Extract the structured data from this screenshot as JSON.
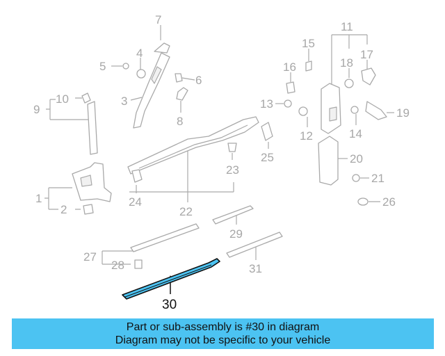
{
  "diagram": {
    "highlight_color": "#4cc3f2",
    "callouts": [
      "1",
      "2",
      "3",
      "4",
      "5",
      "6",
      "7",
      "8",
      "9",
      "10",
      "11",
      "12",
      "13",
      "14",
      "15",
      "16",
      "17",
      "18",
      "19",
      "20",
      "21",
      "22",
      "23",
      "24",
      "25",
      "26",
      "27",
      "28",
      "29",
      "30",
      "31"
    ],
    "highlighted_callout": "30"
  },
  "banner": {
    "line1": "Part or sub-assembly is #30 in diagram",
    "line2": "Diagram may not be specific to your vehicle",
    "background": "#4cc3f2"
  }
}
